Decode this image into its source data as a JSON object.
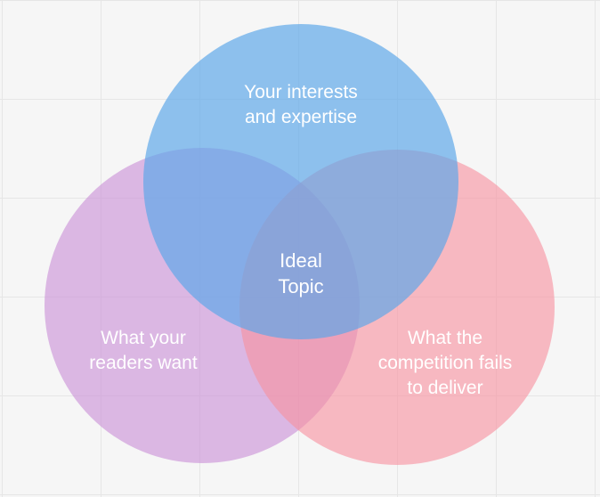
{
  "diagram": {
    "circles": [
      {
        "id": "interests",
        "label": "Your interests\nand expertise",
        "color": "#78b4eb"
      },
      {
        "id": "readers",
        "label": "What your\nreaders want",
        "color": "#d0a4da"
      },
      {
        "id": "competition",
        "label": "What the\ncompetition fails\nto deliver",
        "color": "#f8a8b6"
      }
    ],
    "center_label": "Ideal\nTopic"
  }
}
